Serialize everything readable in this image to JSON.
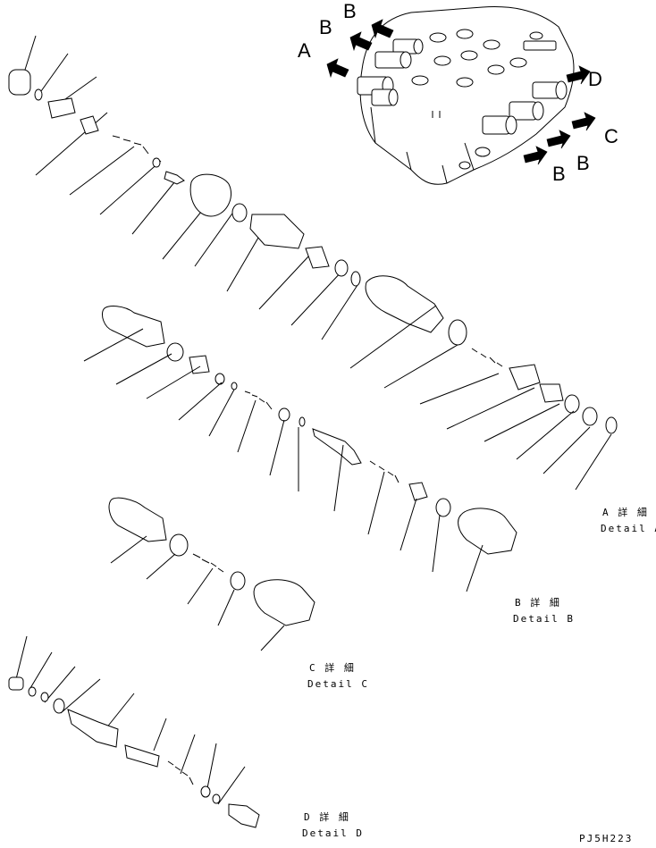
{
  "callouts": [
    "A",
    "B",
    "B",
    "B",
    "B",
    "C",
    "D"
  ],
  "details": [
    {
      "ja": "A 詳 細",
      "en": "Detail A"
    },
    {
      "ja": "B 詳 細",
      "en": "Detail B"
    },
    {
      "ja": "C 詳 細",
      "en": "Detail C"
    },
    {
      "ja": "D 詳 細",
      "en": "Detail D"
    }
  ],
  "drawing_code": "PJ5H223"
}
